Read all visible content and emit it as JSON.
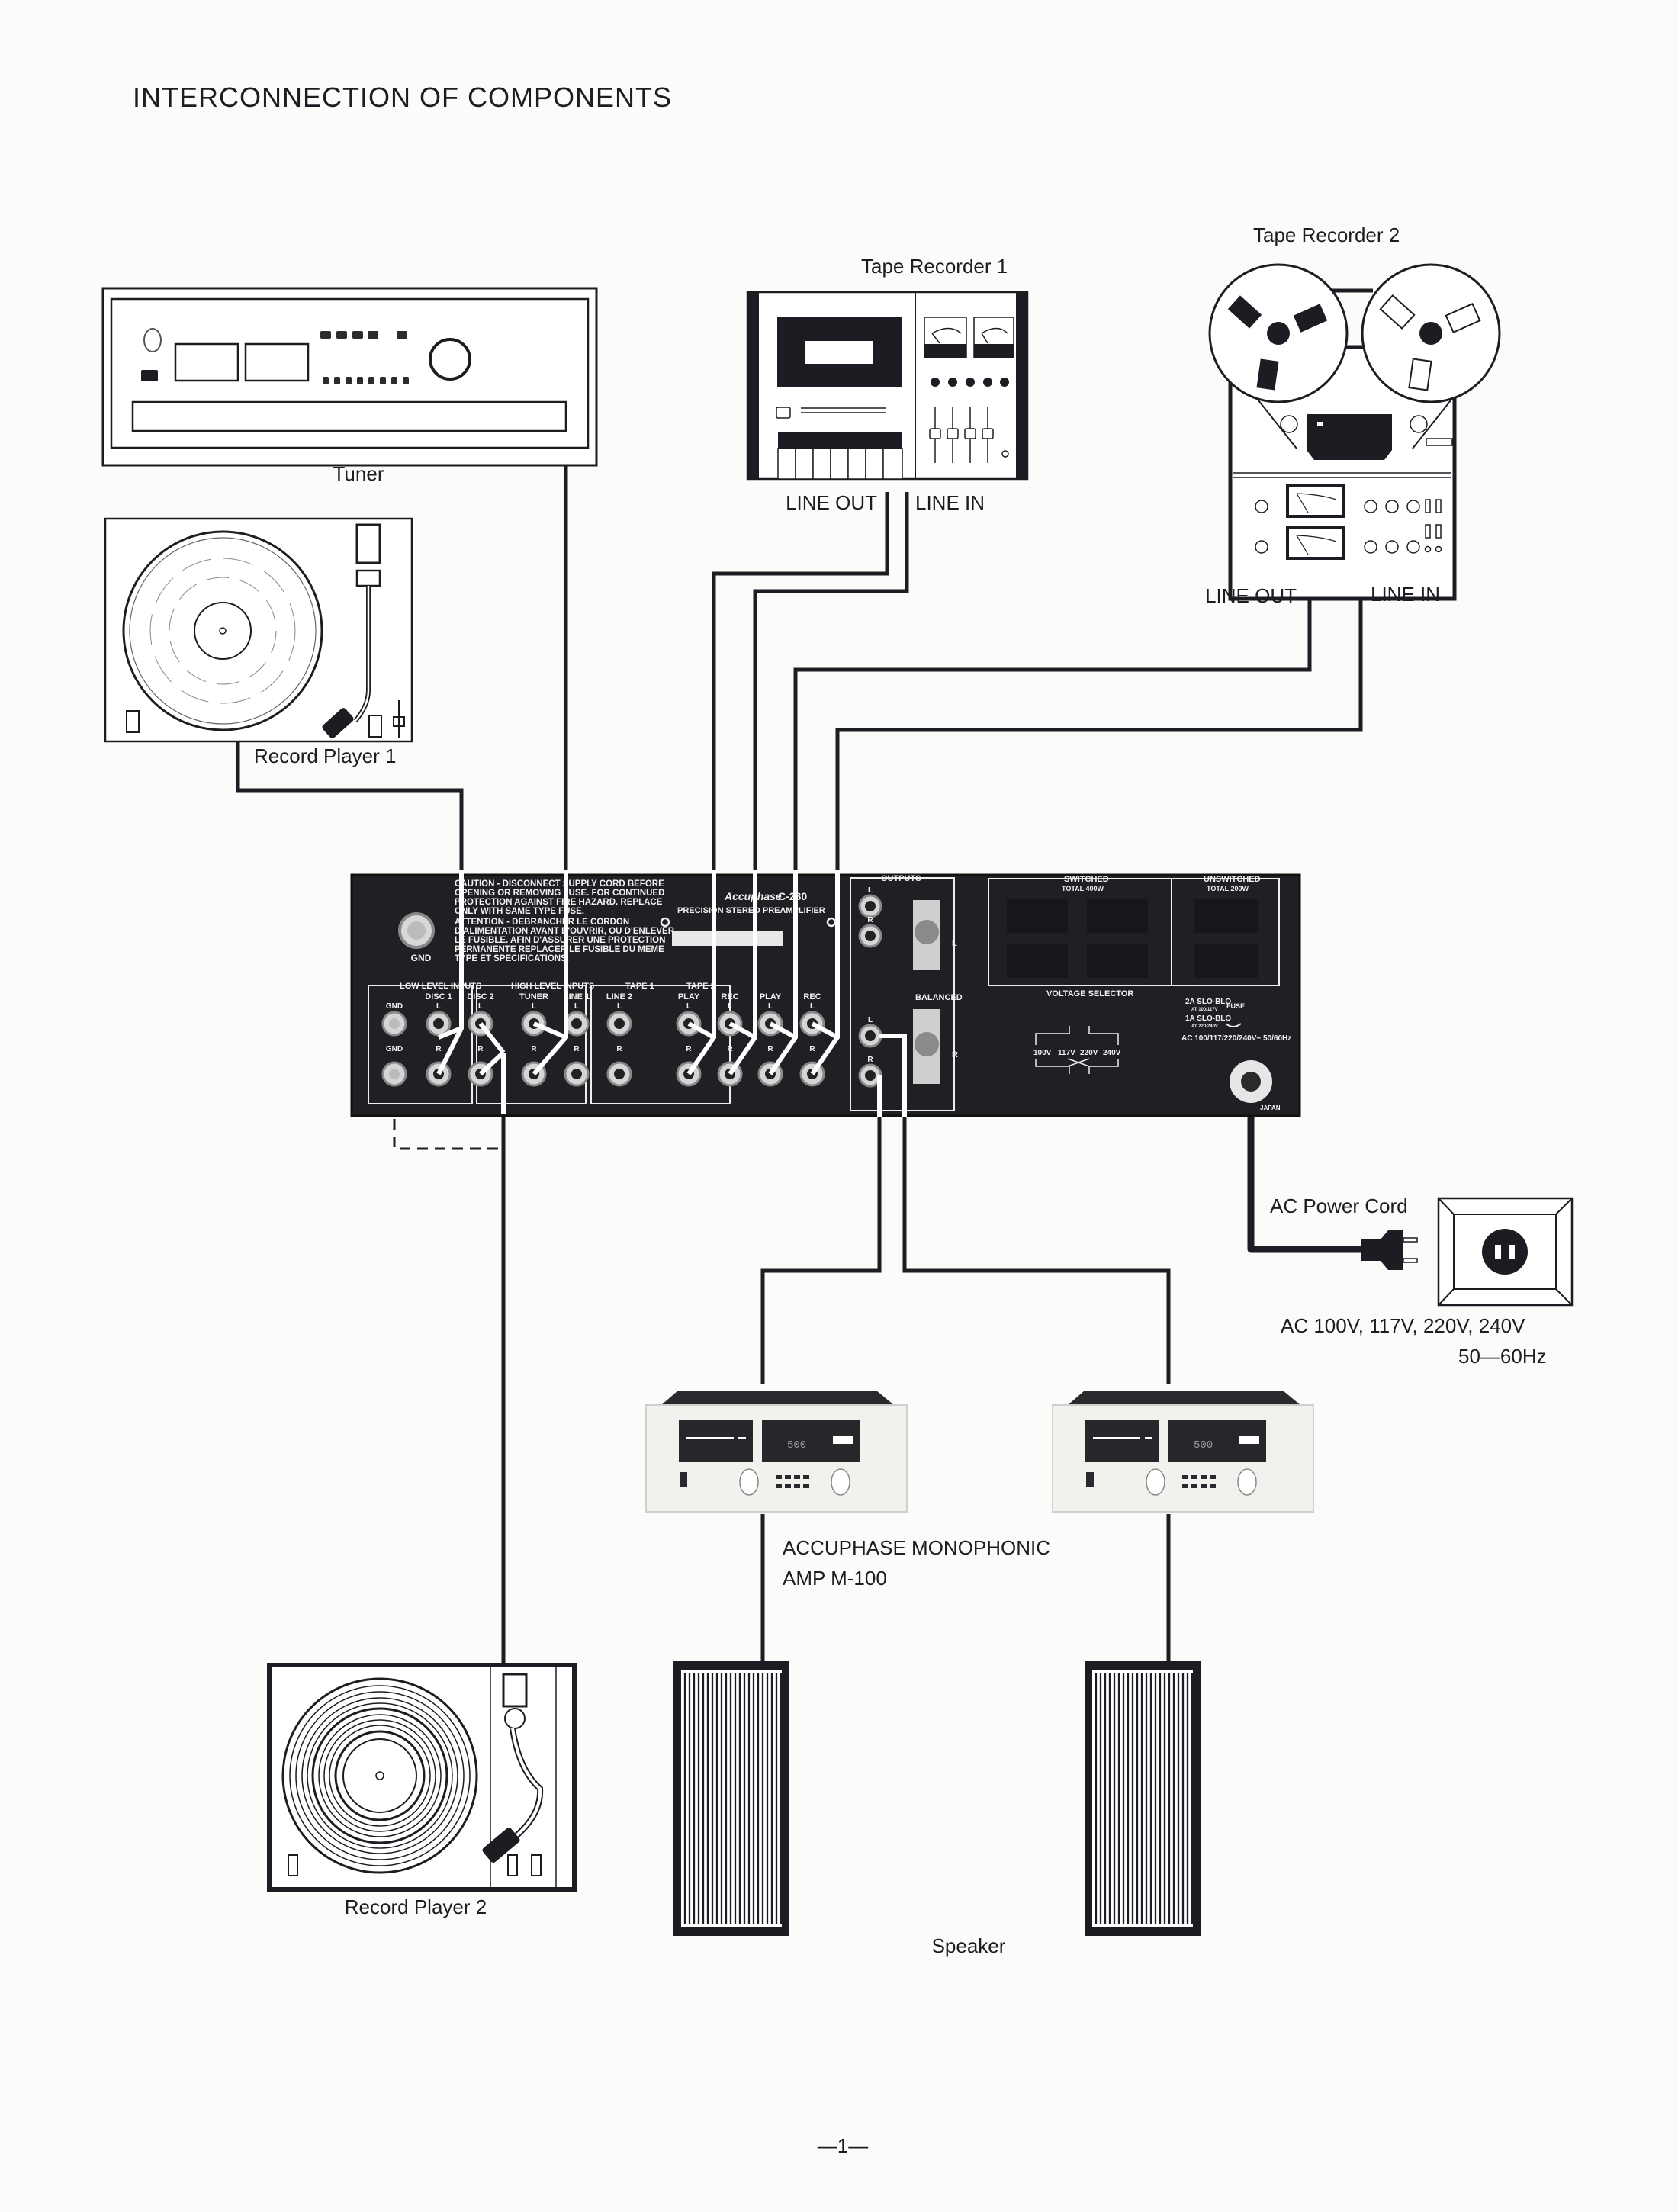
{
  "page": {
    "title": "INTERCONNECTION OF COMPONENTS",
    "page_number": "—1—"
  },
  "components": {
    "tuner": {
      "label": "Tuner"
    },
    "record_player_1": {
      "label": "Record Player 1"
    },
    "record_player_2": {
      "label": "Record Player 2"
    },
    "tape_recorder_1": {
      "label": "Tape Recorder 1",
      "line_out": "LINE OUT",
      "line_in": "LINE IN"
    },
    "tape_recorder_2": {
      "label": "Tape Recorder 2",
      "line_out": "LINE OUT",
      "line_in": "LINE IN"
    },
    "power_amp": {
      "label_line1": "ACCUPHASE MONOPHONIC",
      "label_line2": "AMP M-100",
      "meter_readout": "500"
    },
    "speaker": {
      "label": "Speaker"
    },
    "power": {
      "cord_label": "AC Power Cord",
      "voltages": "AC 100V, 117V, 220V, 240V",
      "frequency": "50—60Hz"
    }
  },
  "preamp_panel": {
    "brand": "Accuphase",
    "model": "C-280",
    "product_name": "PRECISION STEREO PREAMPLIFIER",
    "origin": "JAPAN",
    "gnd_label": "GND",
    "caution_text": [
      "CAUTION - DISCONNECT SUPPLY CORD BEFORE",
      "OPENING OR REMOVING FUSE. FOR CONTINUED",
      "PROTECTION AGAINST FIRE HAZARD. REPLACE",
      "ONLY WITH SAME TYPE FUSE.",
      "ATTENTION - DEBRANCHER LE CORDON",
      "D'ALIMENTATION AVANT D'OUVRIR, OU D'ENLEVER",
      "LE FUSIBLE. AFIN D'ASSURER UNE PROTECTION",
      "PERMANENTE REPLACER LE FUSIBLE DU MEME",
      "TYPE ET SPECIFICATIONS."
    ],
    "low_level_inputs": {
      "title": "LOW LEVEL INPUTS",
      "columns": [
        {
          "name": "GND",
          "top": "GND",
          "bottom": "GND"
        },
        {
          "name": "DISC 1",
          "top": "L",
          "bottom": "R"
        },
        {
          "name": "DISC 2",
          "top": "L",
          "bottom": "R"
        }
      ]
    },
    "high_level_inputs": {
      "title": "HIGH LEVEL INPUTS",
      "columns": [
        {
          "name": "TUNER",
          "top": "L",
          "bottom": "R"
        },
        {
          "name": "LINE 1",
          "top": "L",
          "bottom": "R"
        },
        {
          "name": "LINE 2",
          "top": "L",
          "bottom": "R"
        }
      ]
    },
    "tape_groups": [
      {
        "title": "TAPE 1",
        "columns": [
          {
            "name": "PLAY",
            "top": "L",
            "bottom": "R"
          },
          {
            "name": "REC",
            "top": "L",
            "bottom": "R"
          }
        ]
      },
      {
        "title": "TAPE 2",
        "columns": [
          {
            "name": "PLAY",
            "top": "L",
            "bottom": "R"
          },
          {
            "name": "REC",
            "top": "L",
            "bottom": "R"
          }
        ]
      }
    ],
    "outputs": {
      "title": "OUTPUTS",
      "jacks": [
        "L",
        "R",
        "L",
        "R"
      ],
      "balanced_label": "BALANCED",
      "balanced_sides": [
        "L",
        "R"
      ]
    },
    "switched": {
      "title": "SWITCHED",
      "total": "TOTAL 400W"
    },
    "unswitched": {
      "title": "UNSWITCHED",
      "total": "TOTAL 200W"
    },
    "voltage_selector": {
      "title": "VOLTAGE SELECTOR",
      "options": [
        "100V",
        "117V",
        "220V",
        "240V"
      ]
    },
    "fuse": {
      "label": "FUSE",
      "ratings": [
        "2A SLO-BLO",
        "1A SLO-BLO"
      ],
      "rating_notes": [
        "AT 100/117V",
        "AT 220/240V"
      ]
    },
    "ac_rating": "AC 100/117/220/240V~ 50/60Hz"
  }
}
